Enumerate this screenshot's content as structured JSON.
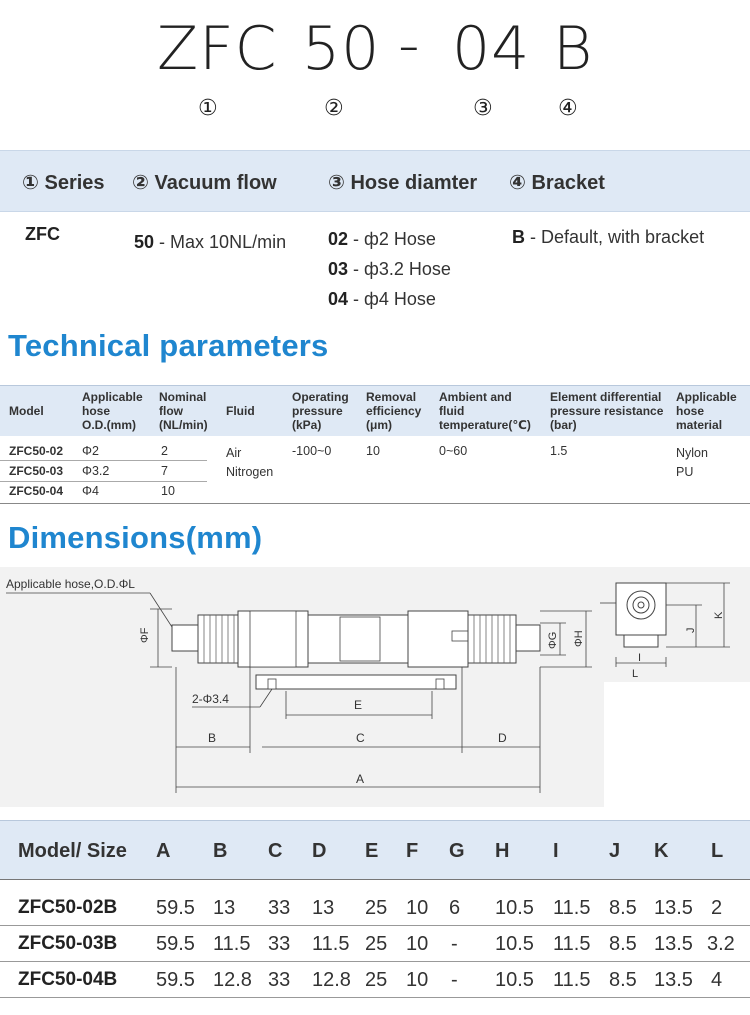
{
  "code": {
    "series": "ZFC",
    "flow": "50",
    "dash": "-",
    "hose": "04",
    "bracket": "B",
    "markers": [
      "①",
      "②",
      "③",
      "④"
    ]
  },
  "ordering": {
    "headers": [
      "① Series",
      "② Vacuum flow",
      "③ Hose diamter",
      "④ Bracket"
    ],
    "series_value": "ZFC",
    "flow": {
      "code": "50",
      "desc": "- Max 10NL/min"
    },
    "hoses": [
      {
        "code": "02",
        "desc": "- ф2 Hose"
      },
      {
        "code": "03",
        "desc": "- ф3.2 Hose"
      },
      {
        "code": "04",
        "desc": "- ф4 Hose"
      }
    ],
    "bracket": {
      "code": "B",
      "desc": "- Default, with bracket"
    }
  },
  "technical": {
    "title": "Technical parameters",
    "headers": {
      "model": "Model",
      "hose_od": [
        "Applicable",
        "hose",
        "O.D.(mm)"
      ],
      "flow": [
        "Nominal",
        "flow",
        "(NL/min)"
      ],
      "fluid": "Fluid",
      "pressure": [
        "Operating",
        "pressure",
        "(kPa)"
      ],
      "removal": [
        "Removal",
        "efficiency",
        "(μm)"
      ],
      "temp": [
        "Ambient and",
        "fluid",
        "temperature(℃)"
      ],
      "diff": [
        "Element differential",
        "pressure resistance",
        "(bar)"
      ],
      "material": [
        "Applicable",
        "hose",
        "material"
      ]
    },
    "rows": [
      {
        "model": "ZFC50-02",
        "od": "Φ2",
        "flow": "2"
      },
      {
        "model": "ZFC50-03",
        "od": "Φ3.2",
        "flow": "7"
      },
      {
        "model": "ZFC50-04",
        "od": "Φ4",
        "flow": "10"
      }
    ],
    "fluid": [
      "Air",
      "Nitrogen"
    ],
    "pressure": "-100~0",
    "removal": "10",
    "temperature": "0~60",
    "diff_pressure": "1.5",
    "material": [
      "Nylon",
      "PU"
    ]
  },
  "dimensions": {
    "title": "Dimensions(mm)",
    "drawing_labels": {
      "hose_note": "Applicable hose,O.D.ΦL",
      "hole": "2-Φ3.4",
      "A": "A",
      "B": "B",
      "C": "C",
      "D": "D",
      "E": "E",
      "F": "ΦF",
      "G": "ΦG",
      "H": "ΦH",
      "J": "J",
      "K": "K",
      "L": "L"
    },
    "headers": [
      "Model/ Size",
      "A",
      "B",
      "C",
      "D",
      "E",
      "F",
      "G",
      "H",
      "I",
      "J",
      "K",
      "L"
    ],
    "rows": [
      [
        "ZFC50-02B",
        "59.5",
        "13",
        "33",
        "13",
        "25",
        "10",
        "6",
        "10.5",
        "11.5",
        "8.5",
        "13.5",
        "2"
      ],
      [
        "ZFC50-03B",
        "59.5",
        "11.5",
        "33",
        "11.5",
        "25",
        "10",
        "-",
        "10.5",
        "11.5",
        "8.5",
        "13.5",
        "3.2"
      ],
      [
        "ZFC50-04B",
        "59.5",
        "12.8",
        "33",
        "12.8",
        "25",
        "10",
        "-",
        "10.5",
        "11.5",
        "8.5",
        "13.5",
        "4"
      ]
    ]
  }
}
